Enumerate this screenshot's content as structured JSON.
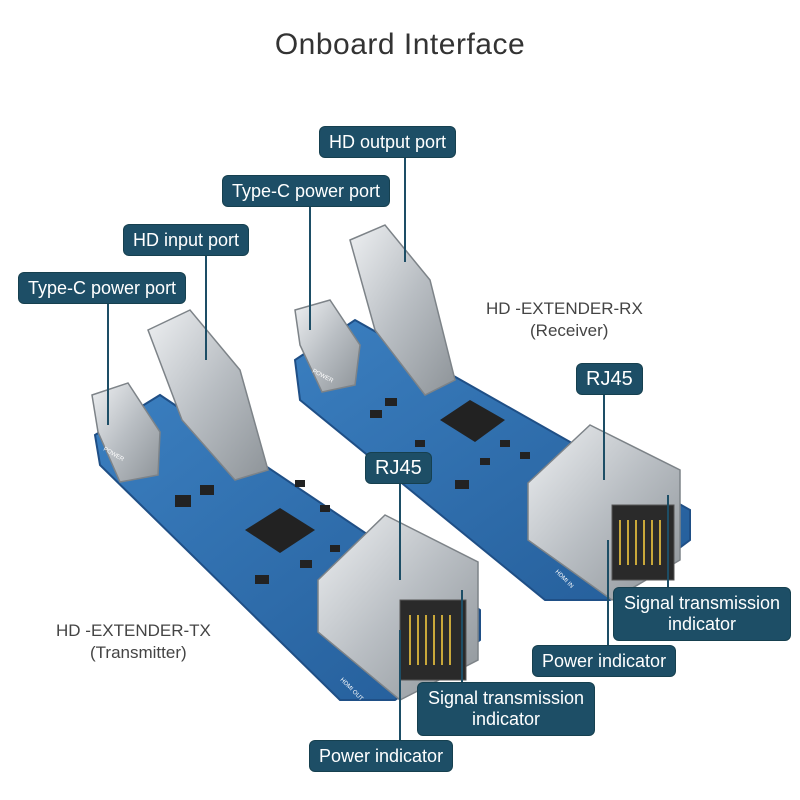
{
  "title": "Onboard Interface",
  "tx": {
    "name": "HD   -EXTENDER-TX",
    "role": "(Transmitter)",
    "labels": {
      "typec": "Type-C power port",
      "hdmi_in": "HD   input port",
      "rj45": "RJ45",
      "signal_line1": "Signal transmission",
      "signal_line2": "indicator",
      "power": "Power indicator"
    },
    "silk": {
      "power": "POWER",
      "hdmi": "HDMI OUT"
    }
  },
  "rx": {
    "name": "HD   -EXTENDER-RX",
    "role": "(Receiver)",
    "labels": {
      "typec": "Type-C power port",
      "hdmi_out": "HD   output port",
      "rj45": "RJ45",
      "signal_line1": "Signal transmission",
      "signal_line2": "indicator",
      "power": "Power indicator"
    },
    "silk": {
      "power": "POWER",
      "hdmi": "HDMI IN"
    }
  },
  "colors": {
    "label_bg": "#1d4e66",
    "pcb": "#2f6fb0",
    "pcb_dark": "#1f4f86",
    "metal": "#c9cdd1"
  }
}
